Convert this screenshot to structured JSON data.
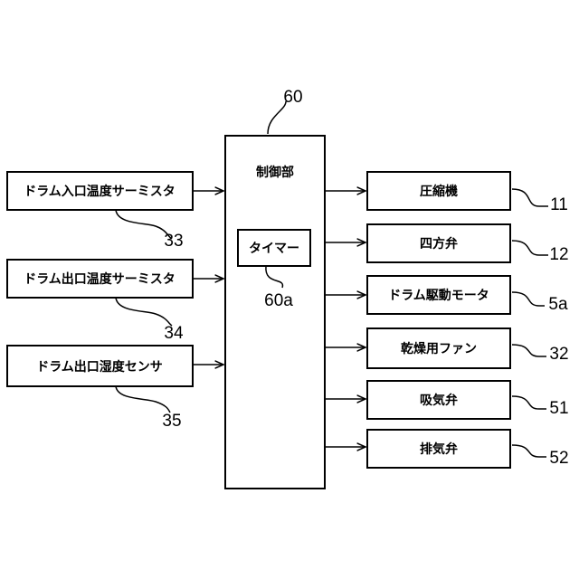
{
  "controller": {
    "label": "制御部",
    "ref": "60"
  },
  "timer": {
    "label": "タイマー",
    "ref": "60a"
  },
  "inputs": [
    {
      "label": "ドラム入口温度サーミスタ",
      "ref": "33"
    },
    {
      "label": "ドラム出口温度サーミスタ",
      "ref": "34"
    },
    {
      "label": "ドラム出口湿度センサ",
      "ref": "35"
    }
  ],
  "outputs": [
    {
      "label": "圧縮機",
      "ref": "11"
    },
    {
      "label": "四方弁",
      "ref": "12"
    },
    {
      "label": "ドラム駆動モータ",
      "ref": "5a"
    },
    {
      "label": "乾燥用ファン",
      "ref": "32"
    },
    {
      "label": "吸気弁",
      "ref": "51"
    },
    {
      "label": "排気弁",
      "ref": "52"
    }
  ]
}
